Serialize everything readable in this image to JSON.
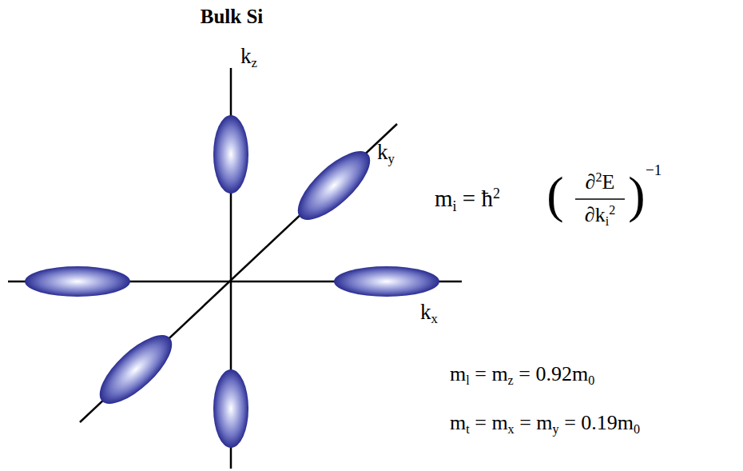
{
  "diagram": {
    "title": "Bulk Si",
    "labels": [
      "kz",
      "ky",
      "kx",
      "mi = ħ2",
      "(",
      "∂2E",
      "∂ki2",
      ")",
      "−1",
      "ml = mz = 0.92m0",
      "mt = mx = my = 0.19m0"
    ]
  }
}
